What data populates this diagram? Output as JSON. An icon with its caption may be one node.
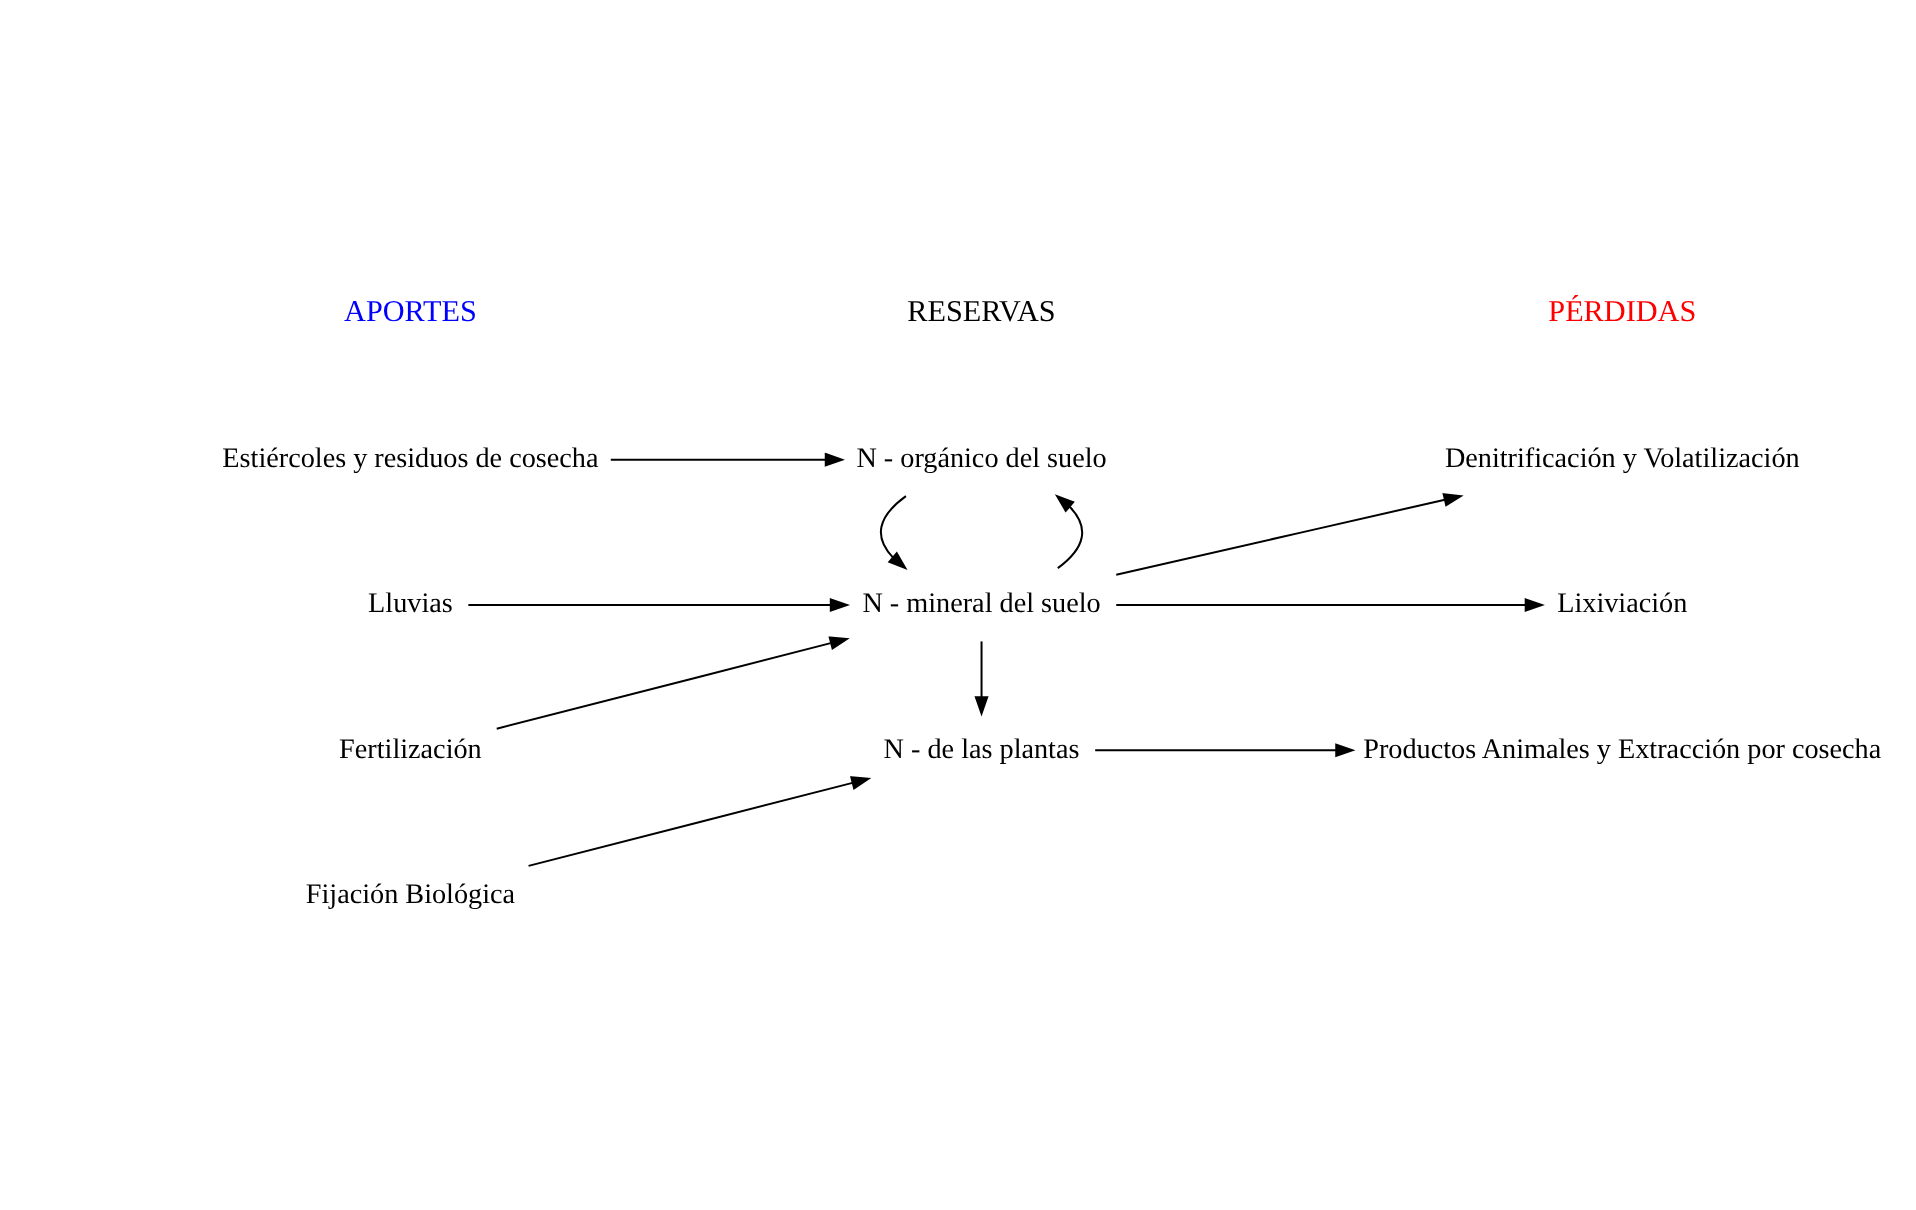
{
  "diagram": {
    "nodes": [
      {
        "text": [
          "Fijación Biológica"
        ]
      },
      {
        "text": [
          "N - de las plantas"
        ]
      },
      {
        "text": [
          "Productos Animales y Extracción por cosecha"
        ]
      },
      {
        "text": [
          "Estiércoles y residuos de cosecha"
        ]
      },
      {
        "text": [
          "N - orgánico del suelo"
        ]
      },
      {
        "text": [
          "Lluvias"
        ]
      },
      {
        "text": [
          "N - mineral del suelo"
        ]
      },
      {
        "text": [
          "Denitrificación y Volatilización"
        ]
      },
      {
        "text": [
          "Fertilización"
        ]
      },
      {
        "text": [
          "Lixiviación"
        ]
      }
    ],
    "edges": [
      {
        "from": 0,
        "to": 1,
        "arrow": "to"
      },
      {
        "from": 1,
        "to": 2,
        "arrow": "to"
      },
      {
        "from": 3,
        "to": 4,
        "arrow": "to"
      },
      {
        "from": 6,
        "to": 4,
        "arrow": "to"
      },
      {
        "from": 4,
        "to": 6,
        "arrow": "to"
      },
      {
        "from": 6,
        "to": 1,
        "arrow": "to"
      },
      {
        "from": 5,
        "to": 6,
        "arrow": "to"
      },
      {
        "from": 8,
        "to": 6,
        "arrow": "to"
      },
      {
        "from": 6,
        "to": 7,
        "arrow": "to"
      },
      {
        "from": 6,
        "to": 9,
        "arrow": "to"
      }
    ],
    "labels": [
      "APORTES",
      "RESERVAS",
      "PÉRDIDAS"
    ]
  }
}
